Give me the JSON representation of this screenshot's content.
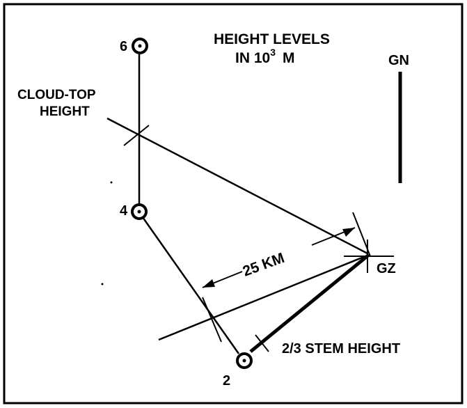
{
  "title": {
    "line1": "HEIGHT LEVELS",
    "line2_prefix": "IN 10",
    "line2_exponent": "3",
    "line2_suffix": "M"
  },
  "north_label": "GN",
  "cloud_top_label": {
    "line1": "CLOUD-TOP",
    "line2": "HEIGHT"
  },
  "height_levels": [
    {
      "label": "6"
    },
    {
      "label": "4"
    },
    {
      "label": "2"
    }
  ],
  "ground_zero_label": "GZ",
  "distance_label": "25 KM",
  "stem_label": "2/3 STEM HEIGHT",
  "colors": {
    "ink": "#000000",
    "background": "#ffffff"
  }
}
